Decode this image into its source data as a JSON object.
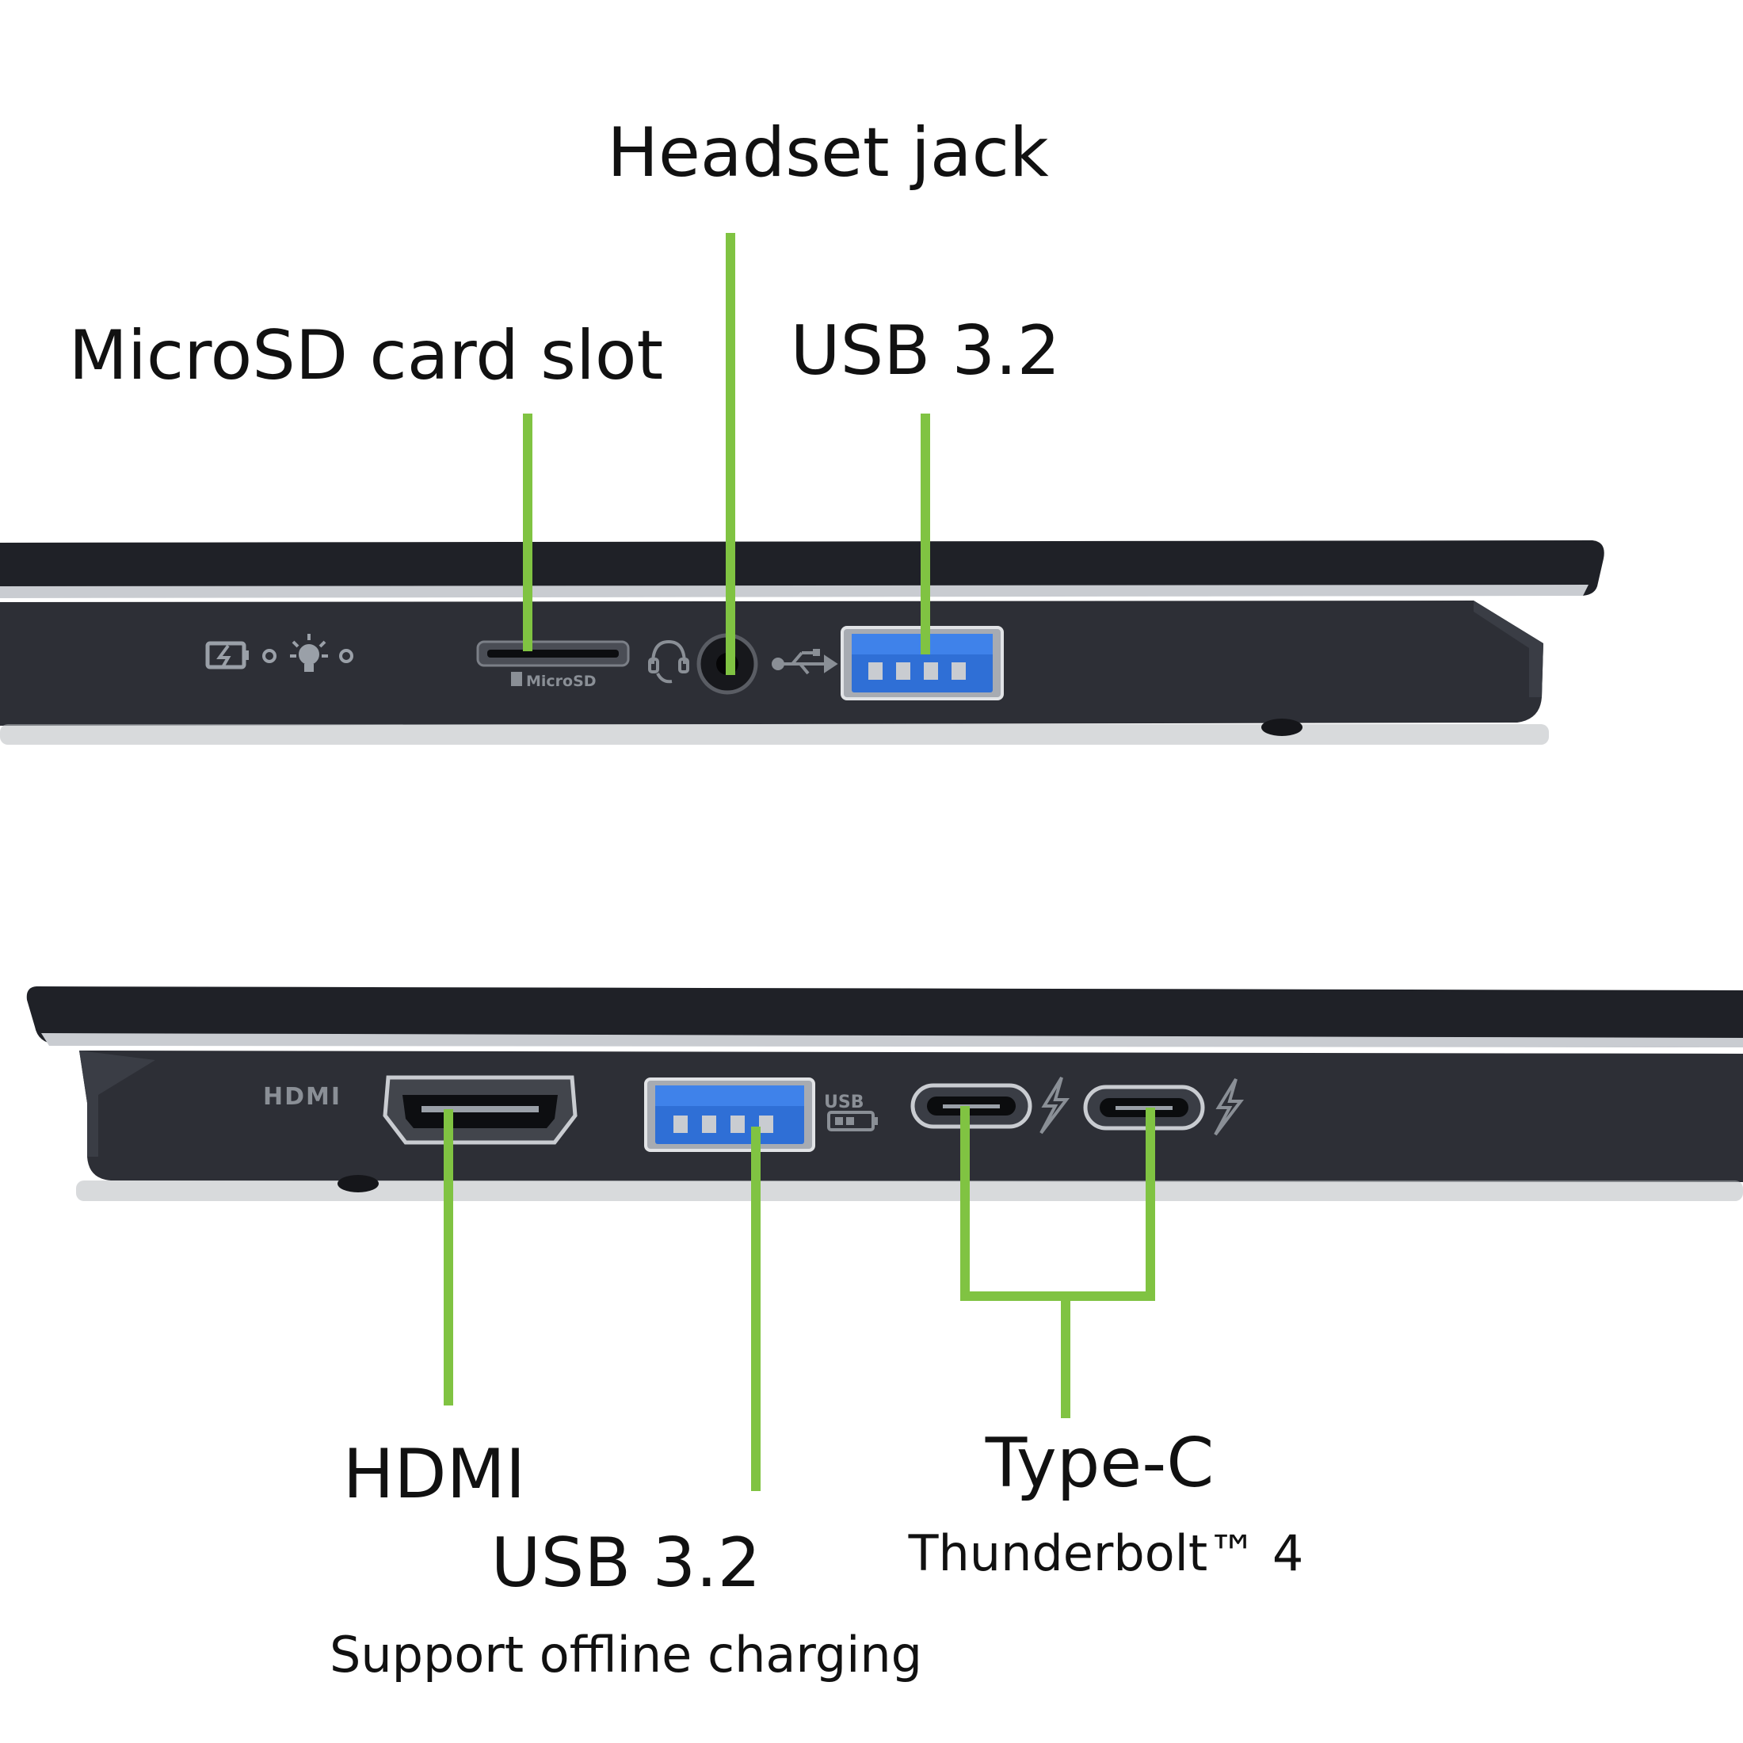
{
  "colors": {
    "accent": "#80c342",
    "chassis": "#2d2f36",
    "lid": "#1f2127",
    "port_blue": "#2f6fd6",
    "metal": "#c9ccd1"
  },
  "labels": {
    "headset_jack": "Headset jack",
    "microsd_slot": "MicroSD card slot",
    "usb_top": "USB 3.2",
    "hdmi": "HDMI",
    "usb_bottom": "USB 3.2",
    "usb_bottom_note": "Support offline charging",
    "typec": "Type-C",
    "typec_note": "Thunderbolt™ 4"
  },
  "imprints": {
    "microsd": "MicroSD",
    "hdmi": "HDMI",
    "usb": "USB"
  },
  "icons": {
    "battery": "battery-charging-icon",
    "power_light": "power-light-icon",
    "headset": "headset-icon",
    "usb": "usb-symbol-icon",
    "thunderbolt": "thunderbolt-icon"
  }
}
